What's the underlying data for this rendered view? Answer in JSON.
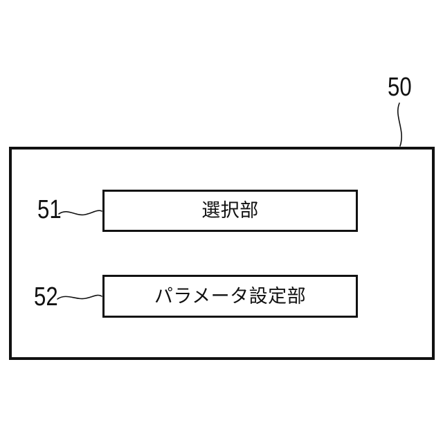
{
  "colors": {
    "ink": "#111111",
    "background": "#ffffff"
  },
  "diagram": {
    "outer_block": {
      "ref": "50"
    },
    "blocks": [
      {
        "ref": "51",
        "label": "選択部"
      },
      {
        "ref": "52",
        "label": "パラメータ設定部"
      }
    ]
  }
}
